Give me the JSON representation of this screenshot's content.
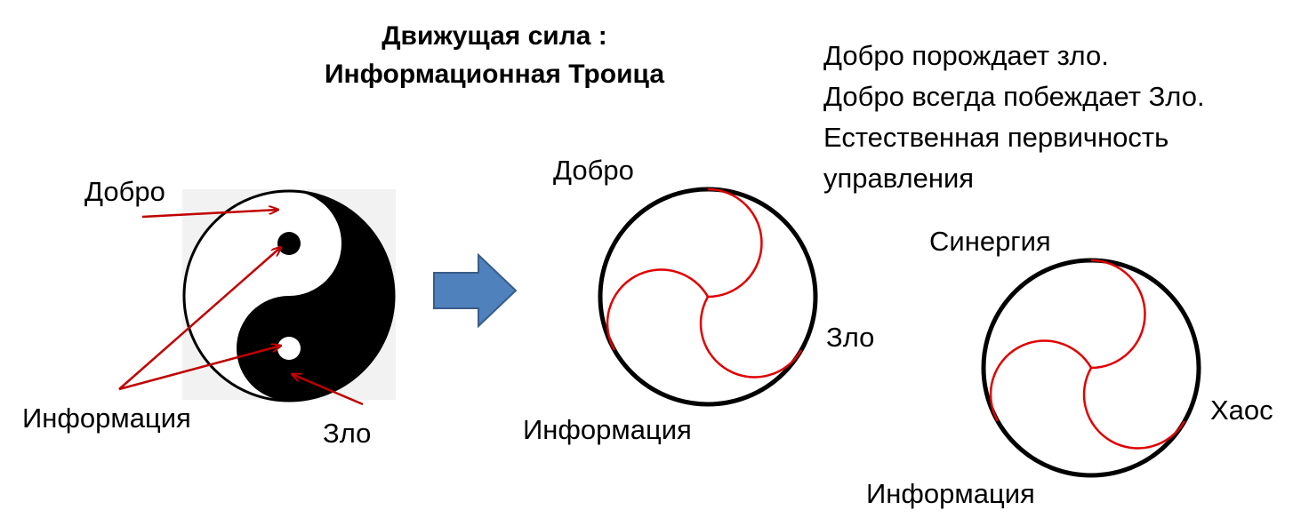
{
  "title": {
    "line1": "Движущая сила :",
    "line2": "Информационная Троица"
  },
  "statements": [
    "Добро порождает зло.",
    "Добро всегда побеждает Зло.",
    "Естественная первичность",
    "управления"
  ],
  "yinyang": {
    "good_label": "Добро",
    "information_label": "Информация",
    "evil_label": "Зло"
  },
  "triad1": {
    "top_label": "Добро",
    "right_label": "Зло",
    "bottom_label": "Информация"
  },
  "triad2": {
    "top_label": "Синергия",
    "right_label": "Хаос",
    "bottom_label": "Информация"
  },
  "colors": {
    "arrow_fill": "#4f81bd",
    "arrow_stroke": "#385d8a",
    "annotation_red": "#c00000",
    "curve_red": "#e00000",
    "yin_black": "#000000",
    "yang_white": "#ffffff",
    "image_bg": "#f2f2f2"
  }
}
